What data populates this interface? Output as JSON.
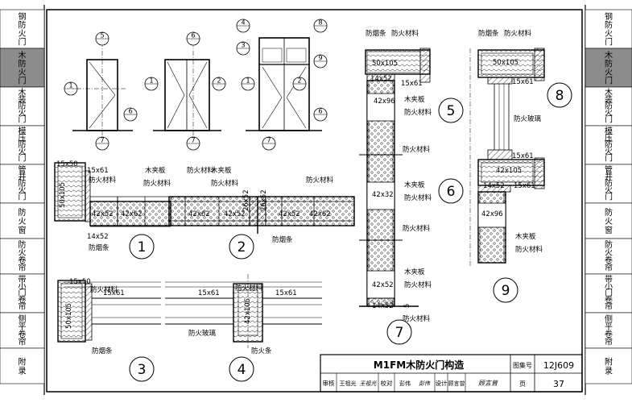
{
  "left_tabs": [
    {
      "lines": [
        "钢",
        "防",
        "火",
        "门"
      ],
      "active": false
    },
    {
      "lines": [
        "木",
        "防",
        "火",
        "门"
      ],
      "active": true
    },
    {
      "lines": [
        "木",
        "装",
        "防",
        "火",
        "门"
      ],
      "active": false
    },
    {
      "lines": [
        "模",
        "压",
        "防",
        "火",
        "门"
      ],
      "active": false
    },
    {
      "lines": [
        "管",
        "井",
        "防",
        "火",
        "门"
      ],
      "active": false
    },
    {
      "lines": [
        "防",
        "火",
        "窗"
      ],
      "active": false
    },
    {
      "lines": [
        "防",
        "火",
        "卷",
        "帘"
      ],
      "active": false
    },
    {
      "lines": [
        "带",
        "小",
        "门",
        "卷",
        "帘"
      ],
      "active": false
    },
    {
      "lines": [
        "侧",
        "平",
        "卷",
        "帘"
      ],
      "active": false
    },
    {
      "lines": [
        "附",
        "录"
      ],
      "active": false
    }
  ],
  "right_tabs": [
    {
      "lines": [
        "钢",
        "防",
        "火",
        "门"
      ],
      "active": false
    },
    {
      "lines": [
        "木",
        "防",
        "火",
        "门"
      ],
      "active": true
    },
    {
      "lines": [
        "木",
        "装",
        "防",
        "火",
        "门"
      ],
      "active": false
    },
    {
      "lines": [
        "模",
        "压",
        "防",
        "火",
        "门"
      ],
      "active": false
    },
    {
      "lines": [
        "管",
        "井",
        "防",
        "火",
        "门"
      ],
      "active": false
    },
    {
      "lines": [
        "防",
        "火",
        "窗"
      ],
      "active": false
    },
    {
      "lines": [
        "防",
        "火",
        "卷",
        "帘"
      ],
      "active": false
    },
    {
      "lines": [
        "带",
        "小",
        "门",
        "卷",
        "帘"
      ],
      "active": false
    },
    {
      "lines": [
        "侧",
        "平",
        "卷",
        "帘"
      ],
      "active": false
    },
    {
      "lines": [
        "附",
        "录"
      ],
      "active": false
    }
  ],
  "title_block": {
    "title": "M1FM木防火门构造",
    "atlas_label": "图集号",
    "atlas_no": "12J609",
    "reviewer_label": "审核",
    "reviewer": "王祖光",
    "reviewer_sig": "王祖光",
    "checker_label": "校对",
    "checker": "彭伟",
    "checker_sig": "彭伟",
    "designer_label": "设计",
    "designer": "顾言曾",
    "designer_sig": "顾言曾",
    "page_label": "页",
    "page_no": "37"
  },
  "elevations": {
    "callouts_door1": [
      "5",
      "1",
      "6",
      "7"
    ],
    "callouts_door2": [
      "6",
      "1",
      "2",
      "7"
    ],
    "callouts_door3": [
      "4",
      "3",
      "8",
      "9",
      "1",
      "2",
      "6",
      "7"
    ]
  },
  "sections": {
    "s1": {
      "number": "1",
      "labels": [
        "15x50",
        "15x61",
        "防火材料",
        "木夹板",
        "防火材料",
        "50x105",
        "42x52",
        "42x62",
        "14x52",
        "防烟条"
      ]
    },
    "s2": {
      "number": "2",
      "labels": [
        "防火材料",
        "木夹板",
        "防火材料",
        "防火材料",
        "42x62",
        "42x52",
        "26x52",
        "26x52",
        "42x52",
        "42x62",
        "防烟条"
      ]
    },
    "s3": {
      "number": "3",
      "labels": [
        "防火材料",
        "15x50",
        "15x61",
        "50x105",
        "防烟条"
      ]
    },
    "s4": {
      "number": "4",
      "labels": [
        "防火材料",
        "15x61",
        "15x61",
        "42x105",
        "防火玻璃",
        "防火条"
      ]
    },
    "s567": {
      "numbers": [
        "5",
        "6",
        "7"
      ],
      "labels": [
        "防烟条",
        "防火材料",
        "50x105",
        "14x52",
        "15x61",
        "42x96",
        "木夹板",
        "防火材料",
        "防火材料",
        "42x32",
        "木夹板",
        "防火材料",
        "防火材料",
        "木夹板",
        "防火材料",
        "42x52",
        "防火材料",
        "14x52",
        "5"
      ]
    },
    "s89": {
      "numbers": [
        "8",
        "9"
      ],
      "labels": [
        "防烟条",
        "防火材料",
        "50x105",
        "15x61",
        "防火玻璃",
        "15x61",
        "42x105",
        "14x52",
        "15x61",
        "42x96",
        "木夹板",
        "防火材料"
      ]
    }
  }
}
